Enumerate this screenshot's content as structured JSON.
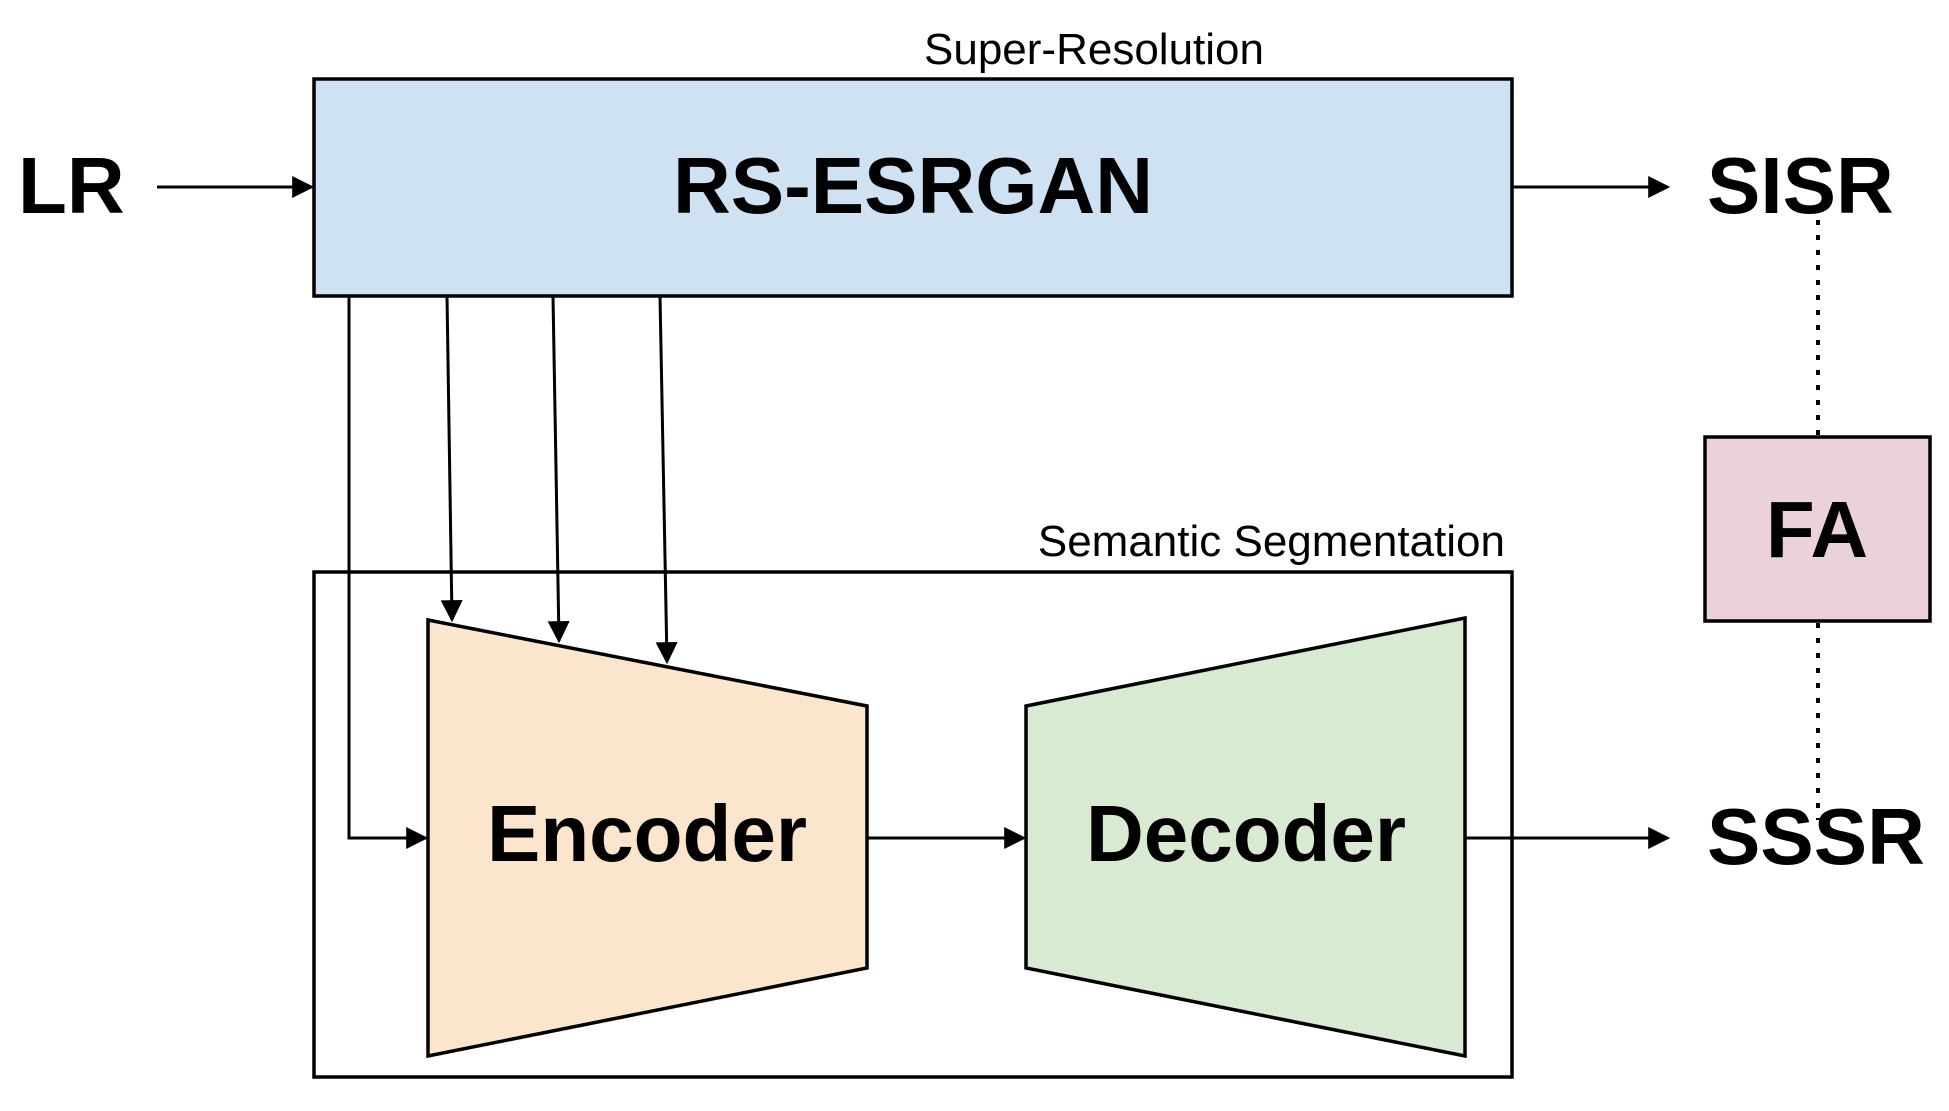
{
  "diagram": {
    "input_label": "LR",
    "super_resolution": {
      "group_label": "Super-Resolution",
      "block_label": "RS-ESRGAN",
      "color": "#cfe2f3"
    },
    "semantic_segmentation": {
      "group_label": "Semantic Segmentation",
      "encoder_label": "Encoder",
      "encoder_color": "#fce5cd",
      "decoder_label": "Decoder",
      "decoder_color": "#d9ead3"
    },
    "fa": {
      "label": "FA",
      "color": "#ead1dc"
    },
    "outputs": {
      "sisr": "SISR",
      "sssr": "SSSR"
    }
  }
}
